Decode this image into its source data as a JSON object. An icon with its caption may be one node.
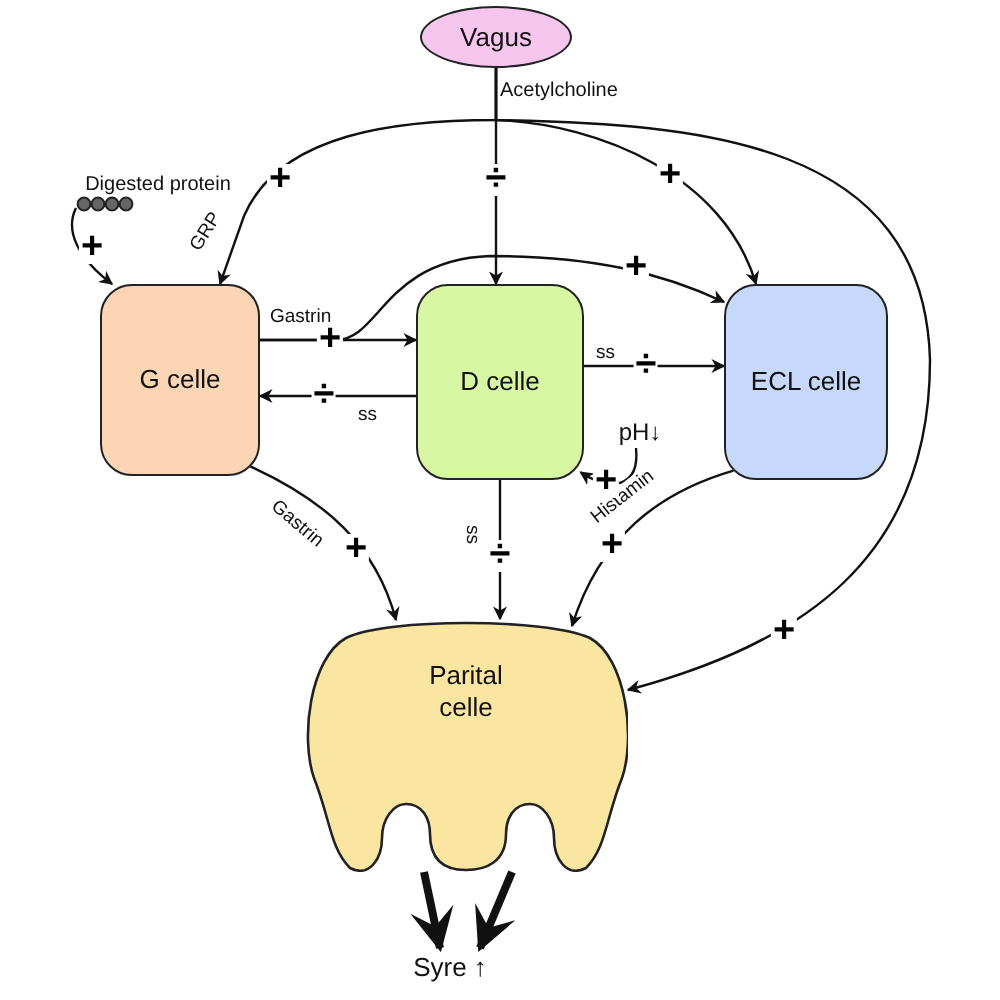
{
  "diagram": {
    "nodes": [
      {
        "text": [
          "Vagus"
        ],
        "beside": [
          "Acetylcholine"
        ]
      },
      {
        "text": [
          "Digested protein"
        ]
      },
      {
        "text": [
          "G celle"
        ]
      },
      {
        "text": [
          "D celle"
        ]
      },
      {
        "text": [
          "ECL celle"
        ]
      },
      {
        "text": [
          "pH↓"
        ]
      },
      {
        "text": [
          "Parital celle"
        ]
      },
      {
        "text": [
          "Syre ↑"
        ]
      }
    ],
    "edges": [
      {
        "from": 0,
        "to": 2,
        "arrow": "to",
        "label": "GRP"
      },
      {
        "from": 0,
        "to": 3,
        "arrow": "to"
      },
      {
        "from": 0,
        "to": 4,
        "arrow": "to"
      },
      {
        "from": 0,
        "to": 6,
        "arrow": "to"
      },
      {
        "from": 1,
        "to": 2,
        "arrow": "to"
      },
      {
        "from": 2,
        "to": 3,
        "arrow": "to",
        "label": "Gastrin"
      },
      {
        "from": 2,
        "to": 4,
        "arrow": "to"
      },
      {
        "from": 3,
        "to": 2,
        "arrow": "to",
        "label": "ss"
      },
      {
        "from": 3,
        "to": 4,
        "arrow": "to",
        "label": "ss"
      },
      {
        "from": 5,
        "to": 3,
        "arrow": "to"
      },
      {
        "from": 2,
        "to": 6,
        "arrow": "to",
        "label": "Gastrin"
      },
      {
        "from": 3,
        "to": 6,
        "arrow": "to",
        "label": "ss"
      },
      {
        "from": 4,
        "to": 6,
        "arrow": "to",
        "label": "Histamin"
      },
      {
        "from": 6,
        "to": 7,
        "arrow": "to",
        "style": "thick"
      },
      {
        "from": 6,
        "to": 7,
        "arrow": "to",
        "style": "thick"
      }
    ],
    "labels": [
      "+",
      "+",
      "÷",
      "+",
      "+",
      "+",
      "÷",
      "÷",
      "+",
      "+",
      "÷",
      "+",
      "+"
    ]
  }
}
